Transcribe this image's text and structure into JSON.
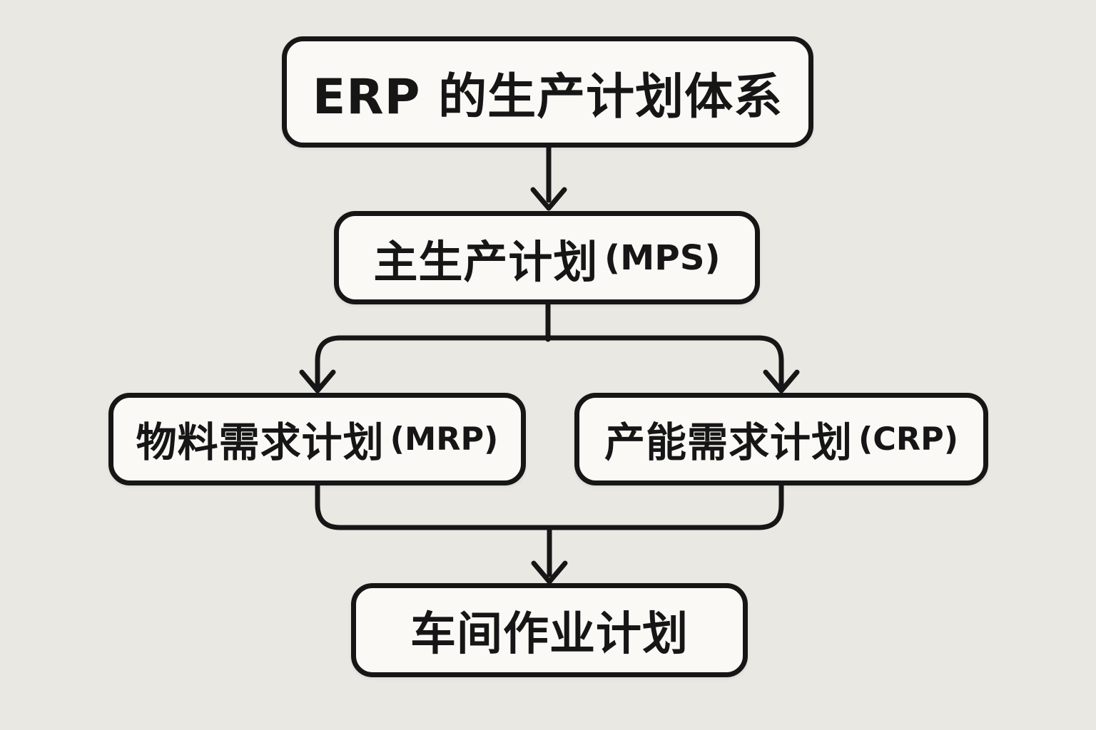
{
  "colors": {
    "background": "#e9e8e3",
    "box_fill": "#faf9f5",
    "stroke": "#161616",
    "text": "#161616"
  },
  "diagram": {
    "type": "flowchart",
    "title": "ERP 的生产计划体系",
    "nodes": {
      "title": {
        "label": "ERP 的生产计划体系"
      },
      "mps": {
        "label": "主生产计划",
        "abbr": "(MPS)"
      },
      "mrp": {
        "label": "物料需求计划",
        "abbr": "(MRP)"
      },
      "crp": {
        "label": "产能需求计划",
        "abbr": "(CRP)"
      },
      "shop": {
        "label": "车间作业计划"
      }
    },
    "edges": [
      {
        "from": "title",
        "to": "mps"
      },
      {
        "from": "mps",
        "to": "mrp"
      },
      {
        "from": "mps",
        "to": "crp"
      },
      {
        "from": "mrp",
        "to": "shop"
      },
      {
        "from": "crp",
        "to": "shop"
      }
    ]
  }
}
